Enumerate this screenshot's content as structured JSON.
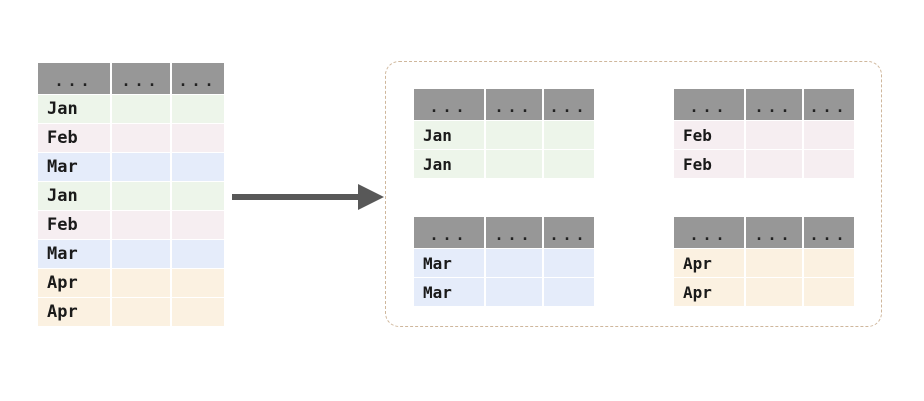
{
  "diagram": {
    "type": "group-by-split",
    "title": "",
    "header_cell_label": "...",
    "columns": [
      "...",
      "...",
      "..."
    ],
    "colors": {
      "header_fill": "#979797",
      "header_dot": "#222222",
      "arrow": "#585858",
      "container_border": "#cfb79c",
      "background": "#ffffff",
      "jan": "#edf5ea",
      "feb": "#f6eef1",
      "mar": "#e5ecfa",
      "apr": "#fbf1e1"
    }
  },
  "source_table": {
    "name": "source-table",
    "headers": [
      "...",
      "...",
      "..."
    ],
    "rows": [
      {
        "label": "Jan",
        "group": "jan"
      },
      {
        "label": "Feb",
        "group": "feb"
      },
      {
        "label": "Mar",
        "group": "mar"
      },
      {
        "label": "Jan",
        "group": "jan"
      },
      {
        "label": "Feb",
        "group": "feb"
      },
      {
        "label": "Mar",
        "group": "mar"
      },
      {
        "label": "Apr",
        "group": "apr"
      },
      {
        "label": "Apr",
        "group": "apr"
      }
    ]
  },
  "arrow": {
    "name": "flow-arrow",
    "direction": "right"
  },
  "group_tables": [
    {
      "name": "group-table-jan",
      "group": "jan",
      "headers": [
        "...",
        "...",
        "..."
      ],
      "rows": [
        {
          "label": "Jan"
        },
        {
          "label": "Jan"
        }
      ]
    },
    {
      "name": "group-table-feb",
      "group": "feb",
      "headers": [
        "...",
        "...",
        "..."
      ],
      "rows": [
        {
          "label": "Feb"
        },
        {
          "label": "Feb"
        }
      ]
    },
    {
      "name": "group-table-mar",
      "group": "mar",
      "headers": [
        "...",
        "...",
        "..."
      ],
      "rows": [
        {
          "label": "Mar"
        },
        {
          "label": "Mar"
        }
      ]
    },
    {
      "name": "group-table-apr",
      "group": "apr",
      "headers": [
        "...",
        "...",
        "..."
      ],
      "rows": [
        {
          "label": "Apr"
        },
        {
          "label": "Apr"
        }
      ]
    }
  ]
}
